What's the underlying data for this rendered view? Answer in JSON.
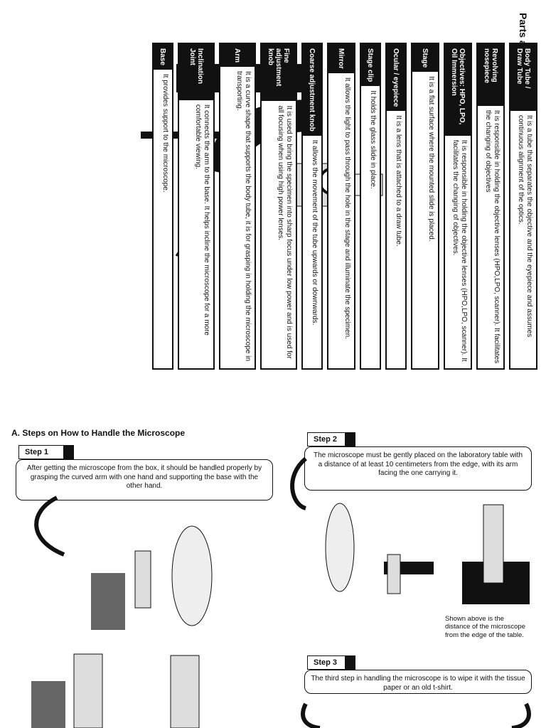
{
  "diagram": {
    "title": "Parts and Function of the Microscope",
    "parts": [
      {
        "name": "Body Tube / Draw Tube",
        "desc": "It is a tube that separates the objective and the eyepiece and assumes continuous alignment of the optics."
      },
      {
        "name": "Revolving nosepiece",
        "desc": "It is responsible in holding the objective lenses (HPO,LPO, scanner). It facilitates the changing of objectives"
      },
      {
        "name": "Objectives: HPO, LPO, Oil Immersion",
        "desc": "It is responsible in holding the objective lenses (HPO,LPO, scanner). It facilitates the changing of objectives."
      },
      {
        "name": "Stage",
        "desc": "It is a flat surface where the mounted slide is placed."
      },
      {
        "name": "Ocular / eyepiece",
        "desc": "It is a lens that is attached to a draw tube."
      },
      {
        "name": "Stage clip",
        "desc": "It holds the glass slide in place."
      },
      {
        "name": "Mirror",
        "desc": "It allows the light to pass through the hole in the stage and illuminate the specimen."
      },
      {
        "name": "Coarse adjustment knob",
        "desc": "It allows the movement of the tube upwards or downwards."
      },
      {
        "name": "Fine adjustment knob",
        "desc": "It is used to bring the specimen into sharp focus under low power and is used for all focusing when using high power lenses."
      },
      {
        "name": "Arm",
        "desc": "It is a curve shape that supports the body tube, it is for grasping in holding the microscope in transporting."
      },
      {
        "name": "Inclination Joint",
        "desc": "It connects the arm to the base. It helps incline the microscope for a more comfortable viewing."
      },
      {
        "name": "Base",
        "desc": "It provides support to the microscope."
      }
    ]
  },
  "steps": {
    "heading": "A.  Steps on How to Handle the Microscope",
    "step1": {
      "label": "Step 1",
      "text": "After getting the microscope from the box, it should be handled properly by grasping the curved arm with one hand and supporting the base with the other hand."
    },
    "step2": {
      "label": "Step 2",
      "text": "The microscope must be gently placed on the laboratory table with a distance of at least 10 centimeters from the edge, with its arm facing the one carrying it.",
      "caption": "Shown above is the distance of the microscope from the edge of the table."
    },
    "step3": {
      "label": "Step 3",
      "text": "The third step in handling the microscope is to wipe it with the tissue paper or an old t-shirt."
    }
  }
}
